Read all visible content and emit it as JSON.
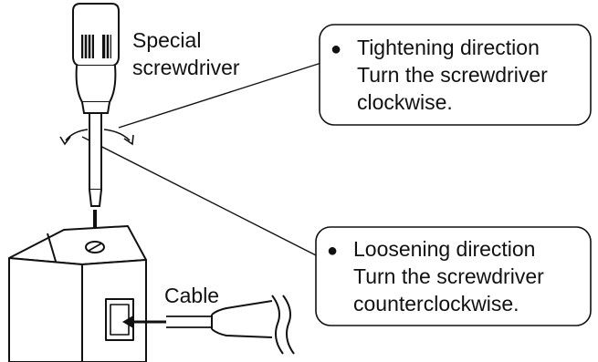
{
  "labels": {
    "screwdriver_line1": "Special",
    "screwdriver_line2": "screwdriver",
    "cable": "Cable"
  },
  "notes": {
    "tightening": {
      "bullet": "●",
      "line1": "Tightening direction",
      "line2": "Turn the screwdriver",
      "line3": "clockwise."
    },
    "loosening": {
      "bullet": "●",
      "line1": "Loosening direction",
      "line2": "Turn the screwdriver",
      "line3": "counterclockwise."
    }
  },
  "colors": {
    "ink": "#111111",
    "background": "#ffffff"
  }
}
